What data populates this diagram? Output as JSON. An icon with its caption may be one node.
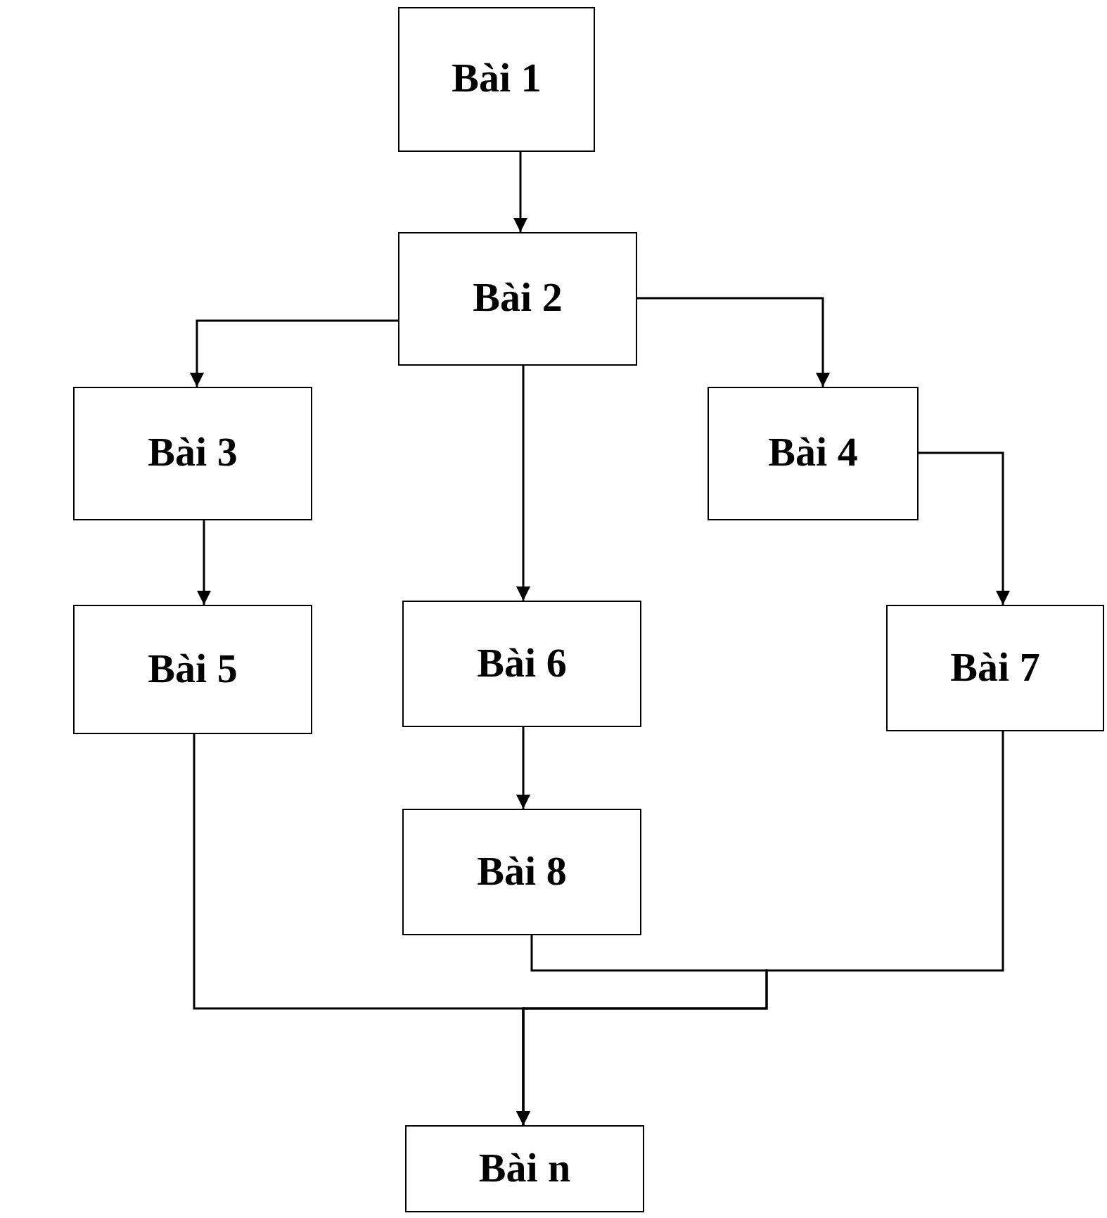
{
  "diagram": {
    "nodes": [
      {
        "text": [
          "Bài 1"
        ]
      },
      {
        "text": [
          "Bài 2"
        ]
      },
      {
        "text": [
          "Bài 3"
        ]
      },
      {
        "text": [
          "Bài 4"
        ]
      },
      {
        "text": [
          "Bài 5"
        ]
      },
      {
        "text": [
          "Bài 6"
        ]
      },
      {
        "text": [
          "Bài 7"
        ]
      },
      {
        "text": [
          "Bài 8"
        ]
      },
      {
        "text": [
          "Bài n"
        ]
      }
    ],
    "edges": [
      {
        "from": 0,
        "to": 1,
        "arrow": "to"
      },
      {
        "from": 1,
        "to": 2,
        "arrow": "to"
      },
      {
        "from": 1,
        "to": 3,
        "arrow": "to"
      },
      {
        "from": 1,
        "to": 5,
        "arrow": "to"
      },
      {
        "from": 2,
        "to": 4,
        "arrow": "to"
      },
      {
        "from": 3,
        "to": 6,
        "arrow": "to"
      },
      {
        "from": 5,
        "to": 7,
        "arrow": "to"
      },
      {
        "from": 7,
        "to": 8,
        "arrow": "to"
      },
      {
        "from": 6,
        "to": 8,
        "arrow": "to"
      },
      {
        "from": 4,
        "to": 8,
        "arrow": "to"
      }
    ]
  }
}
